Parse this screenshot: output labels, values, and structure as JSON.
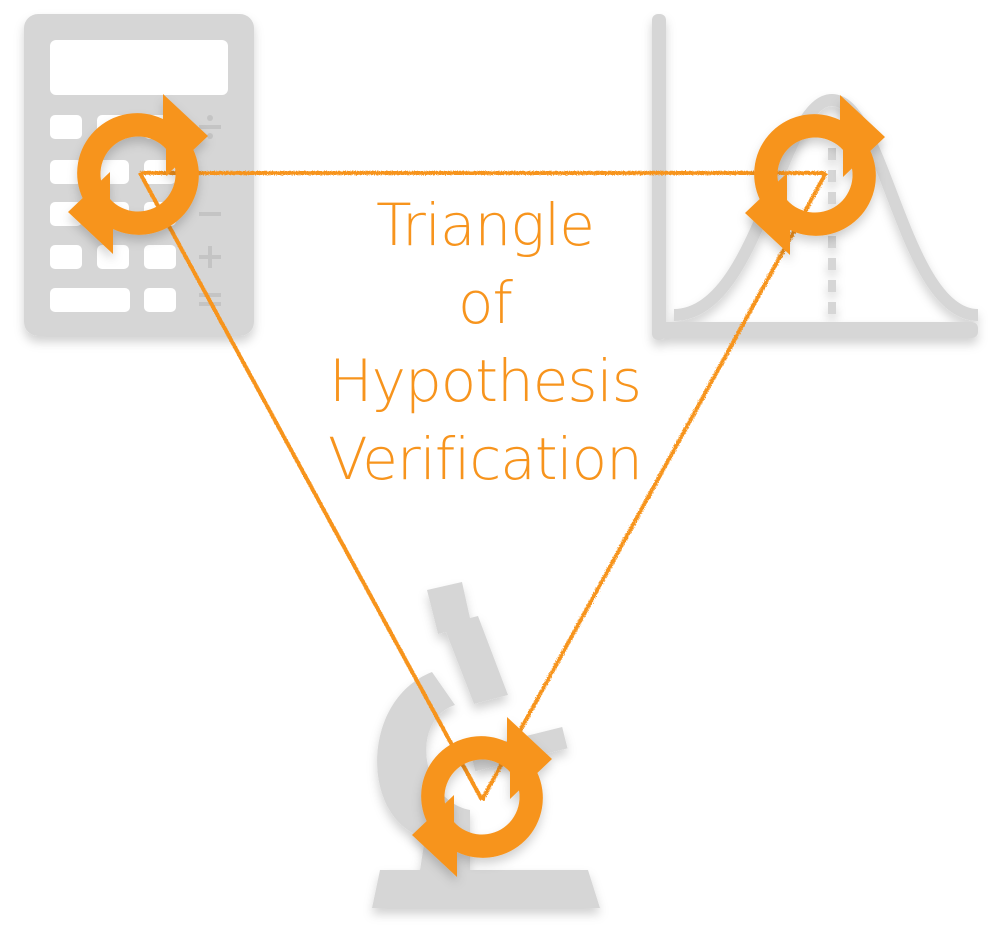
{
  "diagram": {
    "title_lines": [
      "Triangle",
      "of",
      "Hypothesis",
      "Verification"
    ],
    "colors": {
      "accent": "#f7941d",
      "icon_gray": "#d6d6d6",
      "background": "#ffffff"
    },
    "nodes": [
      {
        "id": "calculator",
        "icon": "calculator-icon",
        "overlay": "refresh-icon",
        "position": "top-left"
      },
      {
        "id": "distribution",
        "icon": "bell-curve-chart-icon",
        "overlay": "refresh-icon",
        "position": "top-right"
      },
      {
        "id": "microscope",
        "icon": "microscope-icon",
        "overlay": "refresh-icon",
        "position": "bottom-center"
      }
    ],
    "edges": [
      {
        "from": "calculator",
        "to": "distribution",
        "style": "hand-drawn orange line"
      },
      {
        "from": "distribution",
        "to": "microscope",
        "style": "hand-drawn orange line"
      },
      {
        "from": "microscope",
        "to": "calculator",
        "style": "hand-drawn orange line"
      }
    ]
  }
}
